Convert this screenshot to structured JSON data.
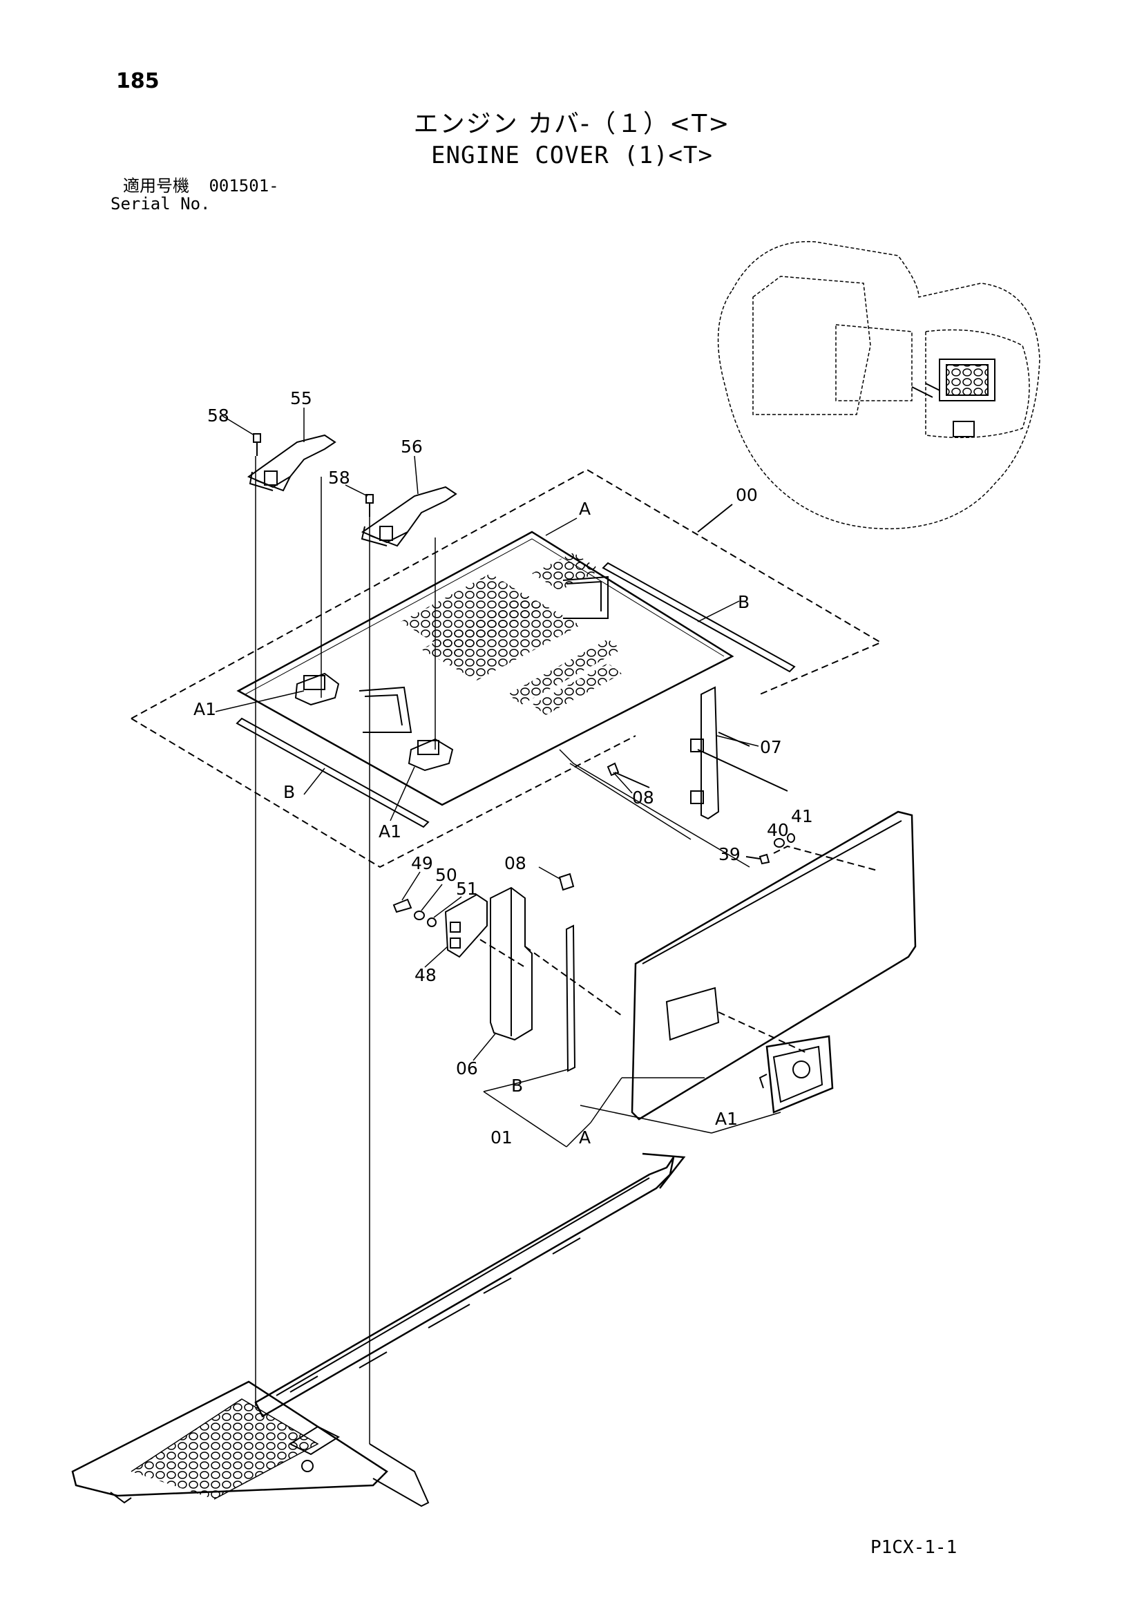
{
  "page_number": "185",
  "title_jp": "エンジン カバ-（１）<T>",
  "title_en": "ENGINE COVER (1)<T>",
  "serial": {
    "label_jp": "適用号機",
    "value": "001501-",
    "label_en": "Serial No."
  },
  "footer_code": "P1CX-1-1",
  "callouts": {
    "c00": "00",
    "cA_top": "A",
    "cB_top": "B",
    "cA1_left": "A1",
    "cB_left": "B",
    "cA1_bottom": "A1",
    "c55": "55",
    "c56": "56",
    "c58a": "58",
    "c58b": "58",
    "c07": "07",
    "c08a": "08",
    "c41": "41",
    "c40": "40",
    "c39": "39",
    "c49": "49",
    "c50": "50",
    "c51": "51",
    "c08b": "08",
    "c48": "48",
    "c06": "06",
    "cB_low": "B",
    "c01": "01",
    "cA_low": "A",
    "cA1_low": "A1"
  }
}
